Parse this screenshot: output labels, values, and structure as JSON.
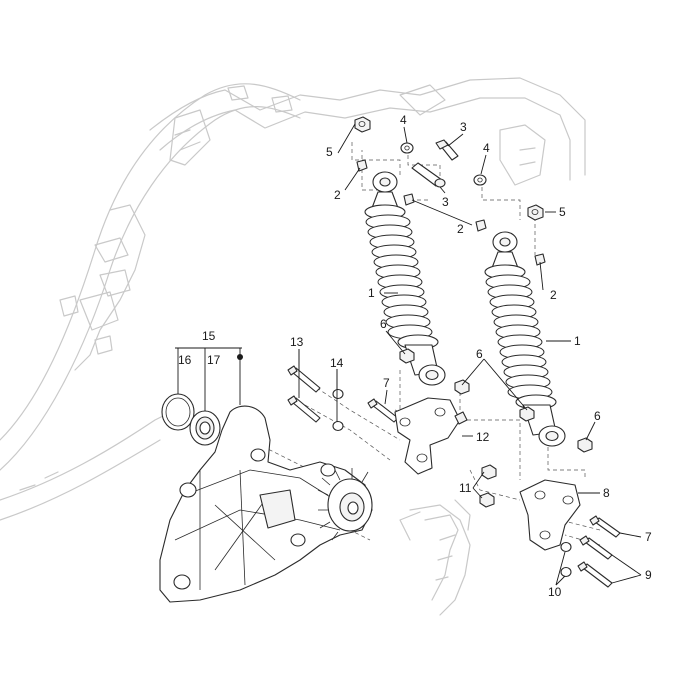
{
  "diagram": {
    "callouts": {
      "c1a": "1",
      "c1b": "1",
      "c2a": "2",
      "c2b": "2",
      "c2c": "2",
      "c3a": "3",
      "c3b": "3",
      "c4a": "4",
      "c4b": "4",
      "c5a": "5",
      "c5b": "5",
      "c6a": "6",
      "c6b": "6",
      "c6c": "6",
      "c7a": "7",
      "c7b": "7",
      "c8": "8",
      "c9": "9",
      "c10": "10",
      "c11": "11",
      "c12": "12",
      "c13": "13",
      "c14": "14",
      "c15": "15",
      "c16": "16",
      "c17": "17"
    }
  }
}
